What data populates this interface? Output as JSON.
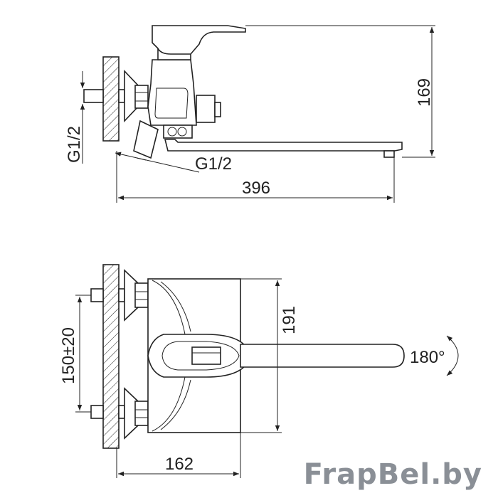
{
  "side_view": {
    "dim_width": "396",
    "dim_height": "169",
    "dim_inlet_left": "G1/2",
    "dim_inlet_right": "G1/2"
  },
  "front_view": {
    "dim_width": "162",
    "dim_height": "191",
    "dim_spacing": "150±20",
    "rotation": "180°"
  },
  "watermark": "FrapBel.by",
  "colors": {
    "line": "#222222",
    "watermark": "#8a8f96",
    "background": "#ffffff"
  }
}
